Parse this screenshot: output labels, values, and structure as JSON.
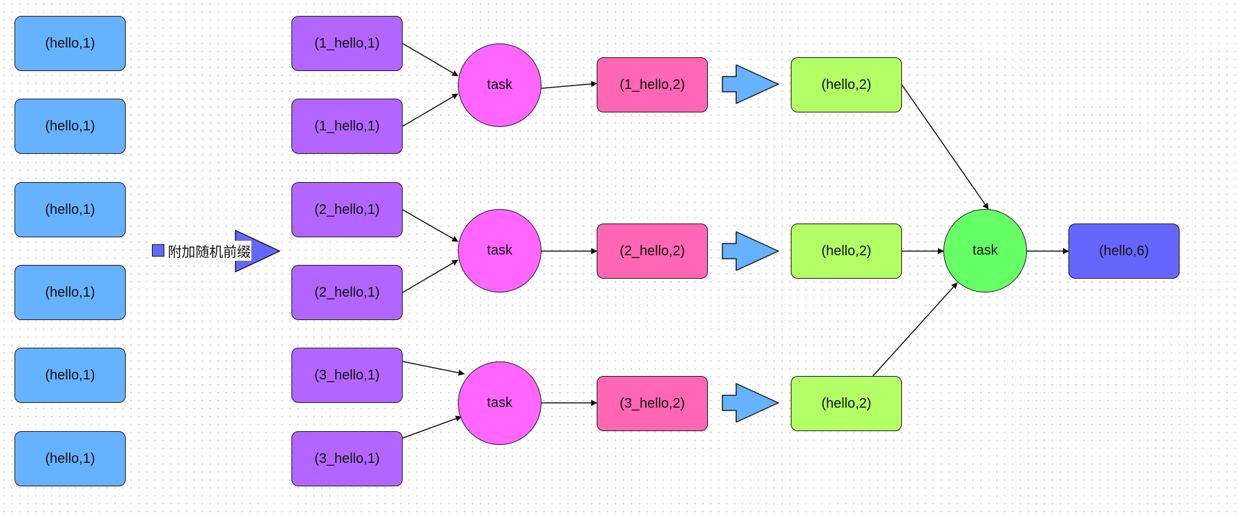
{
  "colors": {
    "input": "#66b2ff",
    "prefixed": "#b266ff",
    "task_local": "#ff66ff",
    "partial": "#ff66b3",
    "stripped": "#b3ff66",
    "task_global": "#66ff66",
    "result": "#6666ff",
    "edge": "#111111"
  },
  "inputs": [
    "(hello,1)",
    "(hello,1)",
    "(hello,1)",
    "(hello,1)",
    "(hello,1)",
    "(hello,1)"
  ],
  "prefix_step": {
    "label": "附加随机前缀"
  },
  "prefixed": [
    "(1_hello,1)",
    "(1_hello,1)",
    "(2_hello,1)",
    "(2_hello,1)",
    "(3_hello,1)",
    "(3_hello,1)"
  ],
  "local_tasks": [
    "task",
    "task",
    "task"
  ],
  "partials": [
    "(1_hello,2)",
    "(2_hello,2)",
    "(3_hello,2)"
  ],
  "stripped": [
    "(hello,2)",
    "(hello,2)",
    "(hello,2)"
  ],
  "global_task": "task",
  "result": "(hello,6)"
}
